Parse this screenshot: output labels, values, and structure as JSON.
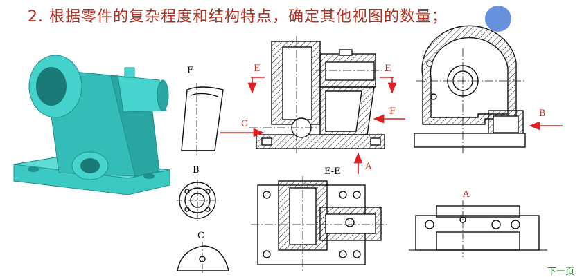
{
  "slide": {
    "title": "2. 根据零件的复杂程度和结构特点，确定其他视图的数量；",
    "next_label": "下一页"
  },
  "labels": {
    "F_top": "F",
    "E_left": "E",
    "E_right": "E",
    "C": "C",
    "F_arrow": "F",
    "B_right": "B",
    "B_small": "B",
    "C_small": "C",
    "EE": "E-E",
    "A_arrow": "A",
    "A_view": "A"
  },
  "colors": {
    "title": "#b0301f",
    "arrow": "#e02020",
    "model": "#3cc9c4",
    "model_dark": "#1f8f8c",
    "line": "#111111",
    "highlight": "#4f7fd8"
  }
}
